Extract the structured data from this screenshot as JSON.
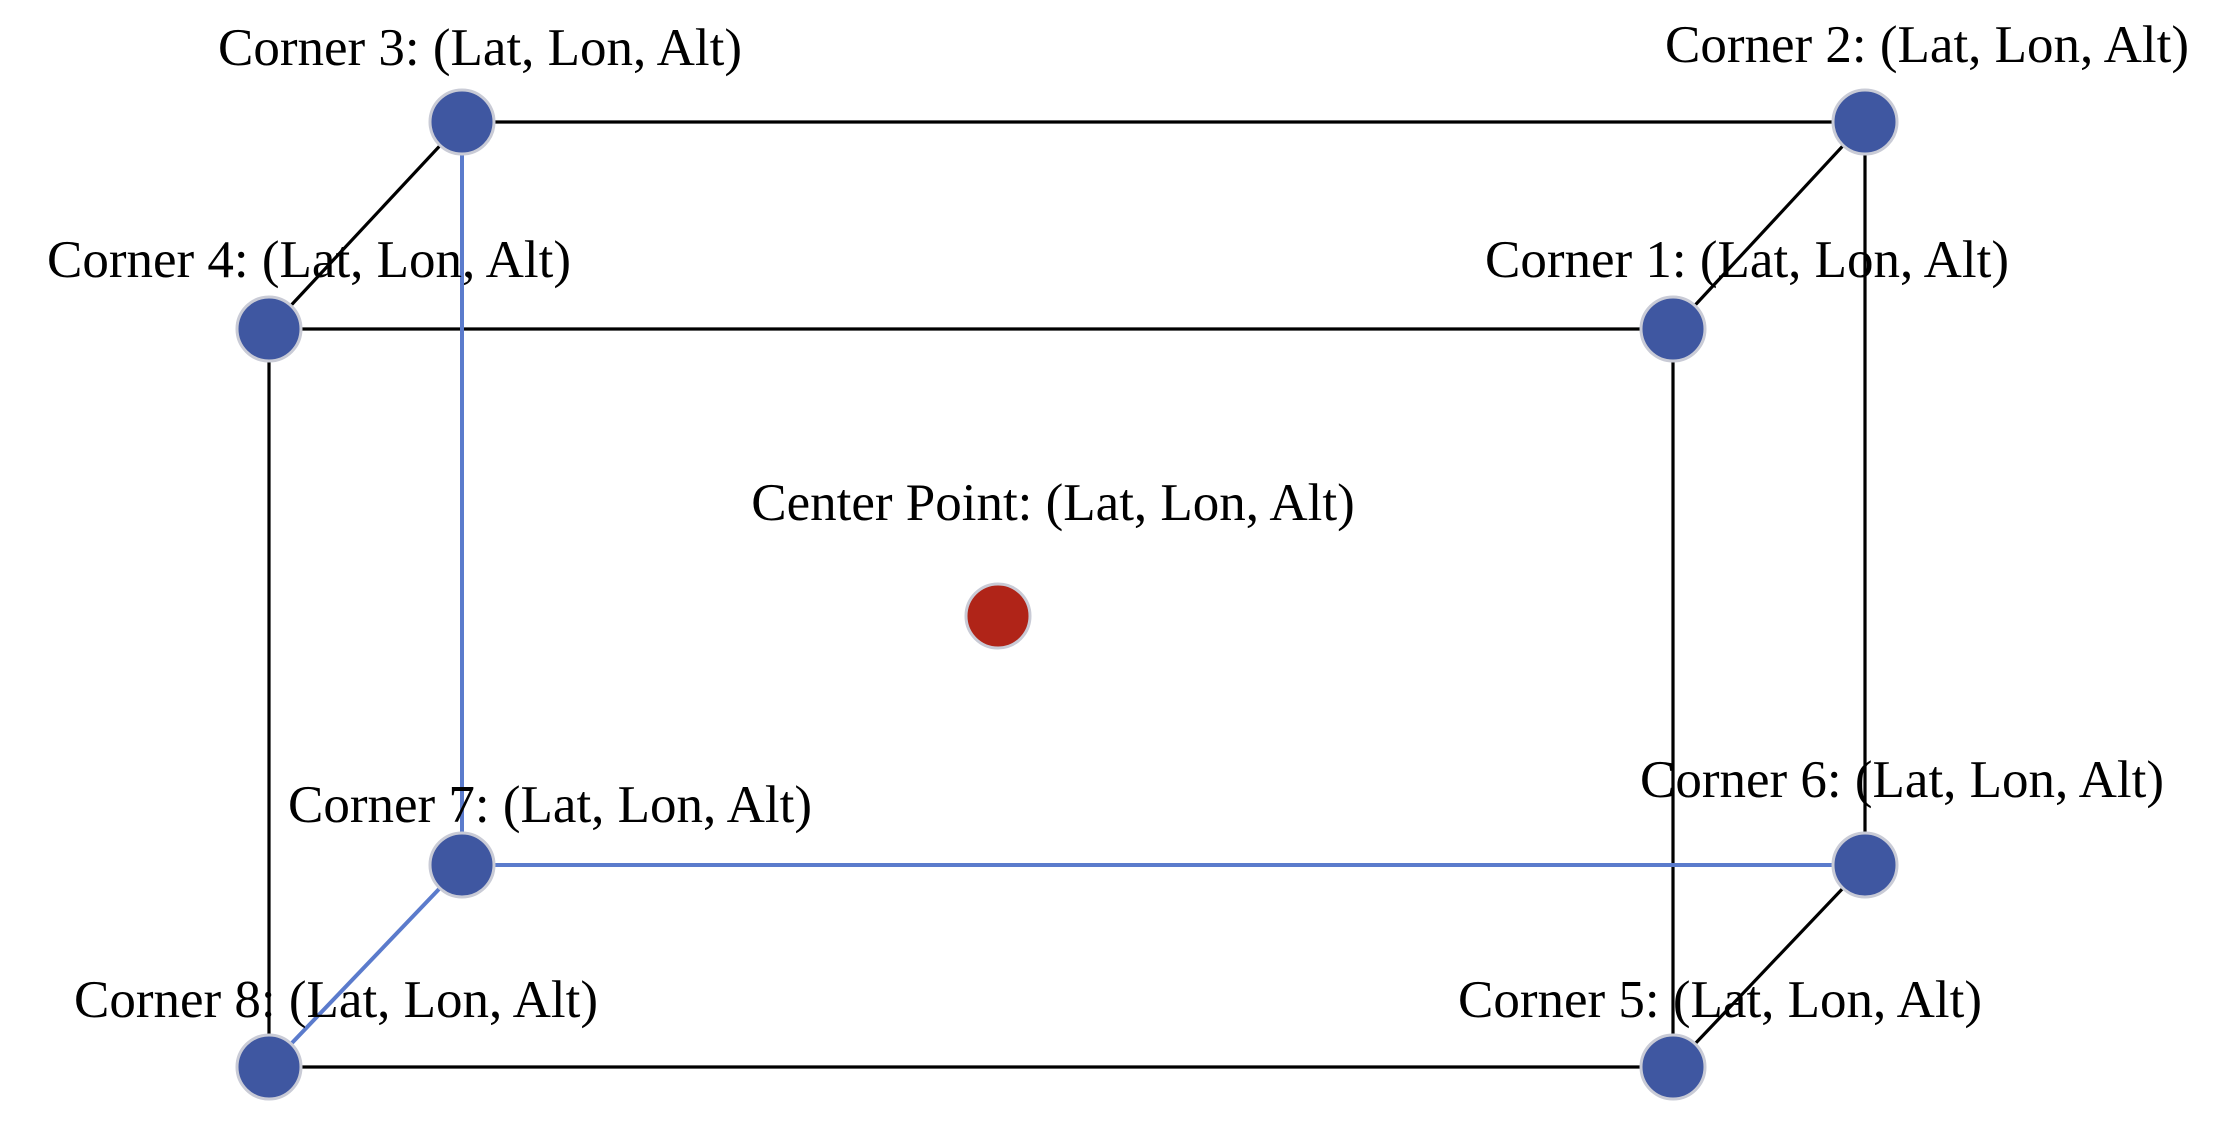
{
  "colors": {
    "background": "#ffffff",
    "edge_black": "#000000",
    "edge_hidden": "#5b7bcc",
    "corner_node": "#3f57a1",
    "node_outline": "#c9cbd6",
    "center_node": "#b02418"
  },
  "labels": {
    "corner_1": "Corner 1: (Lat, Lon, Alt)",
    "corner_2": "Corner 2: (Lat, Lon, Alt)",
    "corner_3": "Corner 3: (Lat, Lon, Alt)",
    "corner_4": "Corner 4: (Lat, Lon, Alt)",
    "corner_5": "Corner 5: (Lat, Lon, Alt)",
    "corner_6": "Corner 6: (Lat, Lon, Alt)",
    "corner_7": "Corner 7: (Lat, Lon, Alt)",
    "corner_8": "Corner 8: (Lat, Lon, Alt)",
    "center": "Center Point: (Lat, Lon, Alt)"
  },
  "edges": [
    {
      "from": "corner_3",
      "to": "corner_2",
      "style": "solid"
    },
    {
      "from": "corner_4",
      "to": "corner_1",
      "style": "solid"
    },
    {
      "from": "corner_8",
      "to": "corner_5",
      "style": "solid"
    },
    {
      "from": "corner_3",
      "to": "corner_4",
      "style": "solid"
    },
    {
      "from": "corner_2",
      "to": "corner_1",
      "style": "solid"
    },
    {
      "from": "corner_6",
      "to": "corner_5",
      "style": "solid"
    },
    {
      "from": "corner_4",
      "to": "corner_8",
      "style": "solid"
    },
    {
      "from": "corner_1",
      "to": "corner_5",
      "style": "solid"
    },
    {
      "from": "corner_2",
      "to": "corner_6",
      "style": "solid"
    },
    {
      "from": "corner_3",
      "to": "corner_7",
      "style": "hidden"
    },
    {
      "from": "corner_7",
      "to": "corner_6",
      "style": "hidden"
    },
    {
      "from": "corner_7",
      "to": "corner_8",
      "style": "hidden"
    }
  ]
}
